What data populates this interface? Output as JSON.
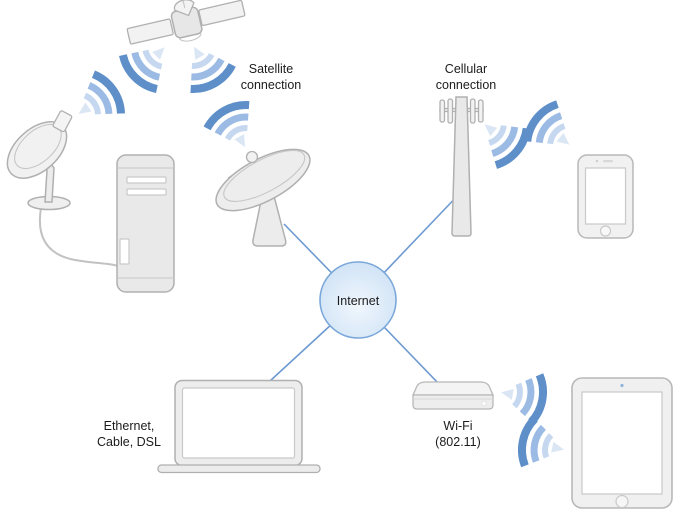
{
  "diagram": {
    "hub_label": "Internet",
    "labels": {
      "satellite": "Satellite\nconnection",
      "cellular": "Cellular\nconnection",
      "ethernet": "Ethernet,\nCable, DSL",
      "wifi": "Wi-Fi\n(802.11)"
    },
    "devices": [
      "communications-satellite",
      "home-satellite-dish",
      "desktop-tower-computer",
      "ground-station-dish",
      "cell-tower",
      "smartphone",
      "laptop",
      "wifi-router",
      "tablet"
    ],
    "connections": {
      "wired_to_internet": [
        "ground-station-dish",
        "cell-tower",
        "laptop",
        "wifi-router"
      ],
      "wireless_links": [
        [
          "communications-satellite",
          "home-satellite-dish"
        ],
        [
          "communications-satellite",
          "ground-station-dish"
        ],
        [
          "cell-tower",
          "smartphone"
        ],
        [
          "wifi-router",
          "tablet"
        ]
      ],
      "cable_links": [
        [
          "home-satellite-dish",
          "desktop-tower-computer"
        ]
      ]
    },
    "colors": {
      "connector_line": "#6d9ad0",
      "hub_fill_center": "#f0f6fd",
      "hub_fill_edge": "#cde1f5",
      "hub_stroke": "#7aa7d9",
      "signal_tip": "#dbe6f5",
      "signal_light": "#c6d8f0",
      "signal_mid": "#9cbbe4",
      "signal_dark": "#5e8fc9",
      "device_stroke": "#b0b0b0"
    }
  }
}
